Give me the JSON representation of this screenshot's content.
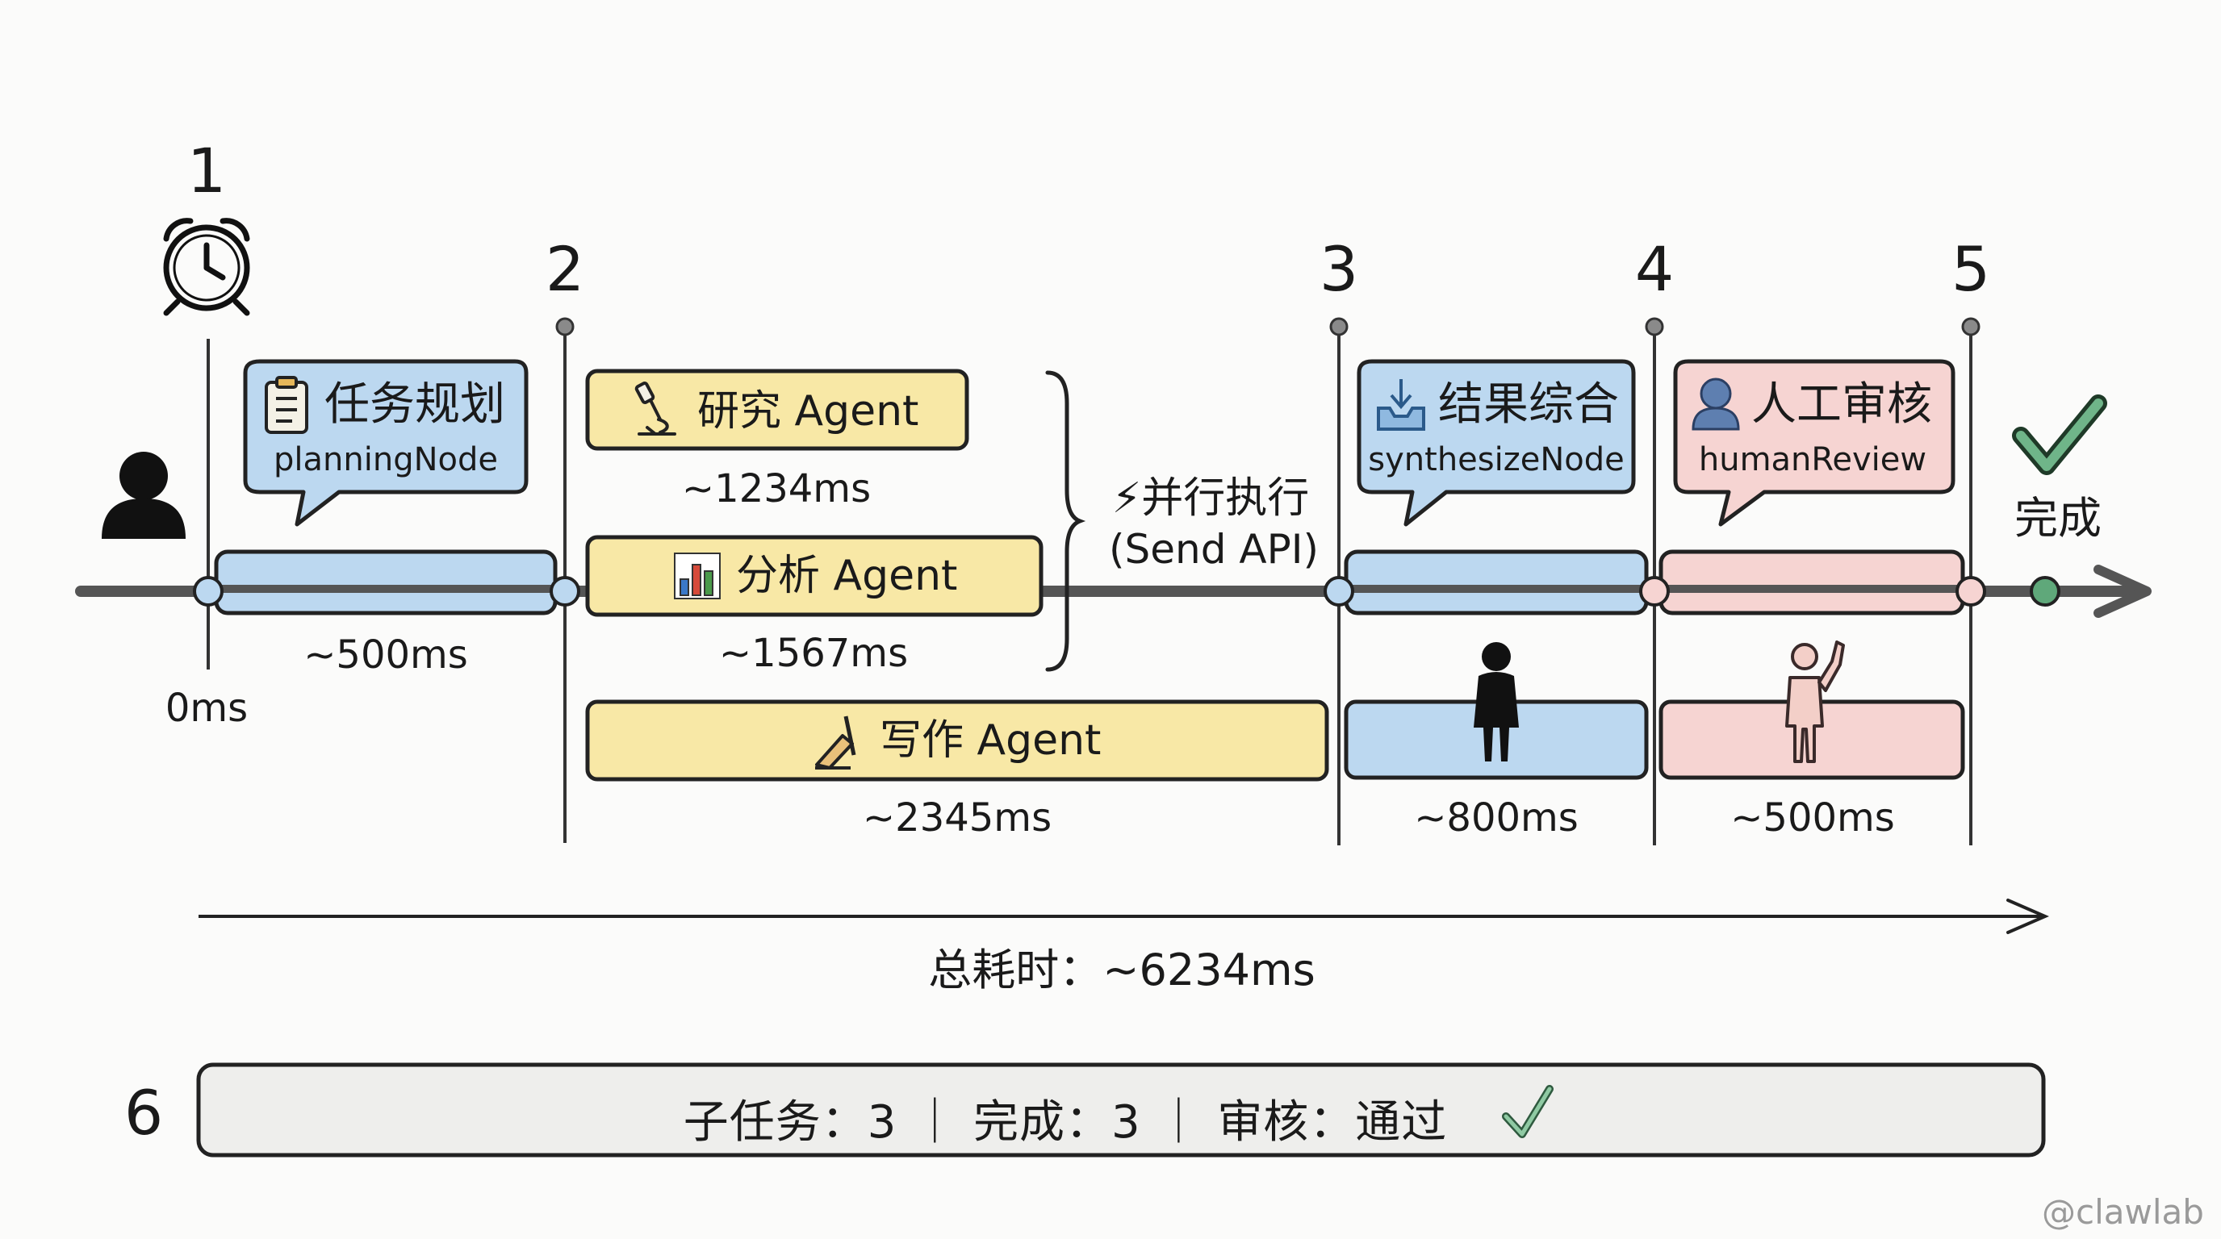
{
  "markers": [
    "1",
    "2",
    "3",
    "4",
    "5",
    "6"
  ],
  "start": {
    "time_label": "0ms"
  },
  "planning": {
    "title": "任务规划",
    "subtitle": "planningNode",
    "duration": "~500ms"
  },
  "agents": [
    {
      "name": "研究 Agent",
      "duration": "~1234ms",
      "icon": "microscope-icon"
    },
    {
      "name": "分析 Agent",
      "duration": "~1567ms",
      "icon": "bar-chart-icon"
    },
    {
      "name": "写作 Agent",
      "duration": "~2345ms",
      "icon": "writing-hand-icon"
    }
  ],
  "parallel": {
    "line1": "⚡并行执行",
    "line2": "(Send API)"
  },
  "synthesize": {
    "title": "结果综合",
    "subtitle": "synthesizeNode",
    "duration": "~800ms"
  },
  "review": {
    "title": "人工审核",
    "subtitle": "humanReview",
    "duration": "~500ms"
  },
  "finish": {
    "label": "完成"
  },
  "total": {
    "label": "总耗时：~6234ms"
  },
  "summary": {
    "text": "子任务：3 ｜ 完成：3 ｜ 审核：通过"
  },
  "watermark": "@clawlab",
  "colors": {
    "blue": "#bcd8f0",
    "yellow": "#f8e8a6",
    "pink": "#f6d4d2",
    "green": "#5fa87a",
    "ink": "#222222",
    "axis": "#555555"
  }
}
